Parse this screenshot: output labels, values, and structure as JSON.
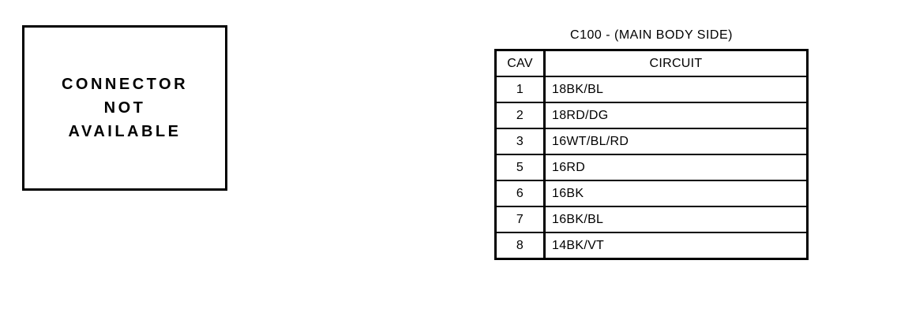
{
  "colors": {
    "foreground": "#000000",
    "background": "#ffffff"
  },
  "not_available_box": {
    "lines": [
      "CONNECTOR",
      "NOT",
      "AVAILABLE"
    ]
  },
  "connector_table": {
    "title": "C100 - (MAIN BODY SIDE)",
    "headers": {
      "cav": "CAV",
      "circuit": "CIRCUIT"
    },
    "rows": [
      {
        "cav": "1",
        "circuit": "18BK/BL"
      },
      {
        "cav": "2",
        "circuit": "18RD/DG"
      },
      {
        "cav": "3",
        "circuit": "16WT/BL/RD"
      },
      {
        "cav": "5",
        "circuit": "16RD"
      },
      {
        "cav": "6",
        "circuit": "16BK"
      },
      {
        "cav": "7",
        "circuit": "16BK/BL"
      },
      {
        "cav": "8",
        "circuit": "14BK/VT"
      }
    ]
  }
}
